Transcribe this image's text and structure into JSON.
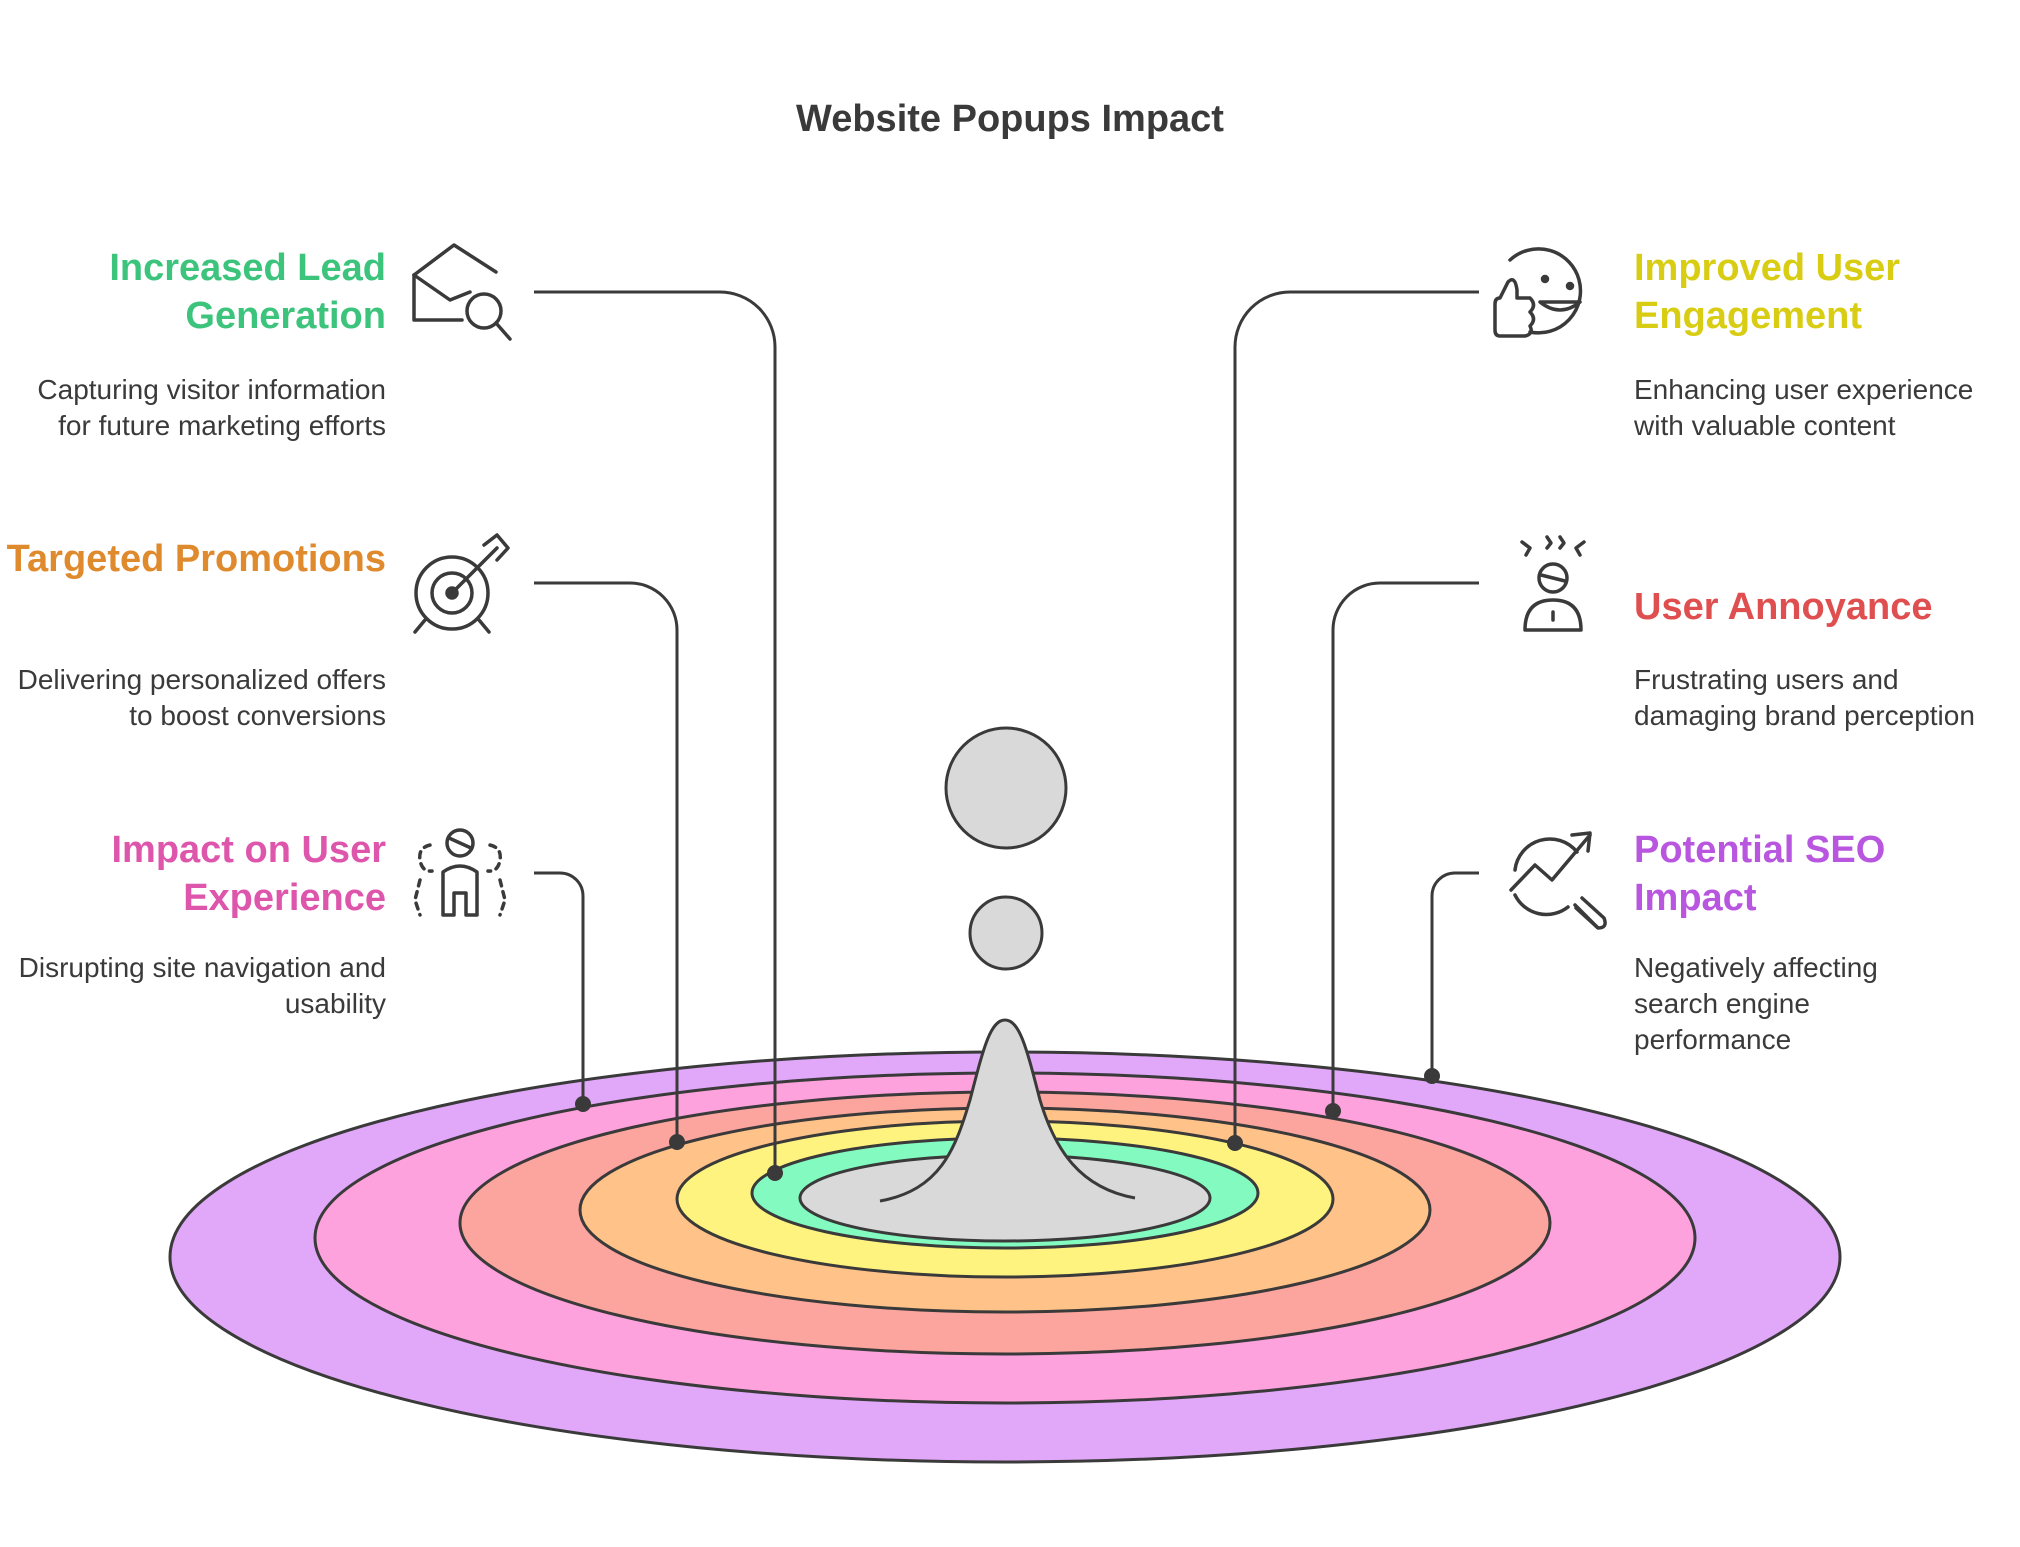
{
  "title": "Website Popups Impact",
  "colors": {
    "ring_purple": "#E1A8FA",
    "ring_pink": "#FDA2DC",
    "ring_salmon": "#FCA59E",
    "ring_orange": "#FFC289",
    "ring_yellow": "#FFF380",
    "ring_mint": "#83FABF",
    "drop_gray": "#D9D9D9",
    "outline": "#3a3a3a"
  },
  "items": {
    "lead": {
      "heading": "Increased Lead Generation",
      "description": "Capturing visitor information for future marketing efforts",
      "color": "#3CC47C",
      "icon": "envelope-search-icon"
    },
    "promotions": {
      "heading": "Targeted Promotions",
      "description": "Delivering personalized offers to boost conversions",
      "color": "#E08A2E",
      "icon": "target-arrow-icon"
    },
    "ux": {
      "heading": "Impact on User Experience",
      "description": "Disrupting site navigation and usability",
      "color": "#DE56AC",
      "icon": "user-group-icon"
    },
    "engagement": {
      "heading": "Improved User Engagement",
      "description": "Enhancing user experience with valuable content",
      "color": "#D9CD14",
      "icon": "thumbs-up-smile-icon"
    },
    "annoyance": {
      "heading": "User Annoyance",
      "description": "Frustrating users and damaging brand perception",
      "color": "#E04F4F",
      "icon": "frustrated-user-icon"
    },
    "seo": {
      "heading": "Potential SEO Impact",
      "description": "Negatively affecting search engine performance",
      "color": "#B856E0",
      "icon": "trend-magnifier-icon"
    }
  }
}
